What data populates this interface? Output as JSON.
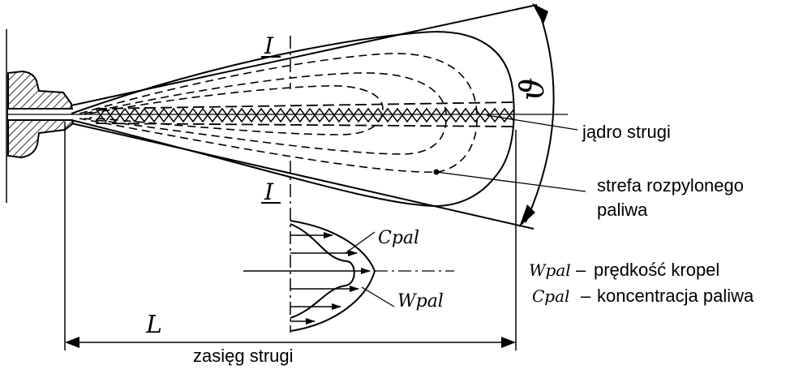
{
  "labels": {
    "core": "jądro strugi",
    "zone_line1": "strefa rozpylonego",
    "zone_line2": "paliwa",
    "velocity_legend": "prędkość kropel",
    "concentration_legend": "koncentracja paliwa",
    "range": "zasięg strugi",
    "velocity_symbol": "Wpal",
    "concentration_symbol": "Cpal",
    "dash": "–",
    "section_top": "I",
    "section_bottom": "I",
    "length": "L",
    "angle": "ϑ"
  }
}
